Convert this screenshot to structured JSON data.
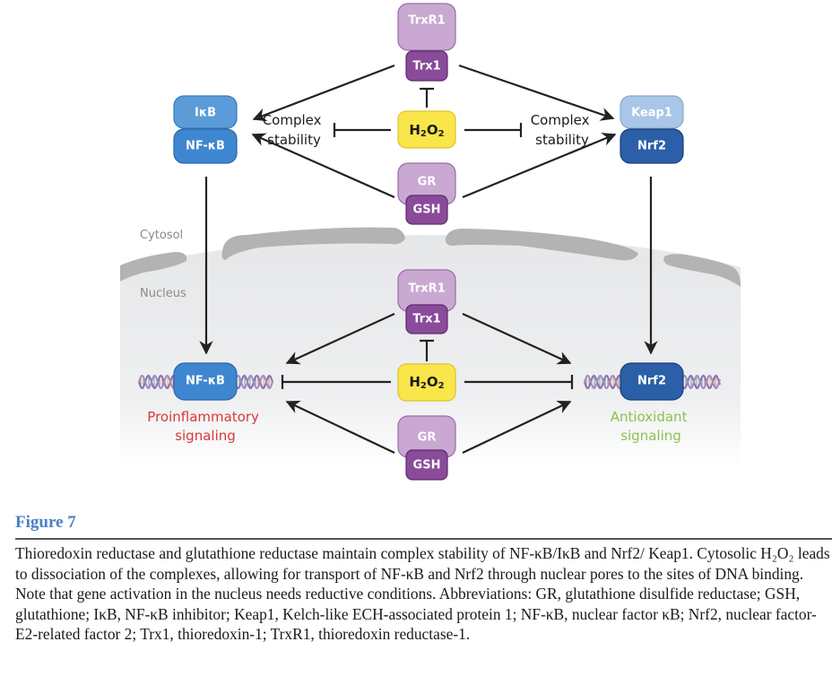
{
  "diagram": {
    "regions": {
      "cytosol": "Cytosol",
      "nucleus": "Nucleus"
    },
    "cytosol": {
      "left_complex": {
        "top": "IκB",
        "bottom": "NF-κB"
      },
      "right_complex": {
        "top": "Keap1",
        "bottom": "Nrf2"
      },
      "left_label": [
        "Complex",
        "stability"
      ],
      "right_label": [
        "Complex",
        "stability"
      ],
      "trx": {
        "top": "TrxR1",
        "bottom": "Trx1"
      },
      "h2o2": {
        "base1": "H",
        "sub1": "2",
        "base2": "O",
        "sub2": "2"
      },
      "gr": {
        "top": "GR",
        "bottom": "GSH"
      }
    },
    "nucleus": {
      "left_factor": "NF-κB",
      "right_factor": "Nrf2",
      "trx": {
        "top": "TrxR1",
        "bottom": "Trx1"
      },
      "h2o2": {
        "base1": "H",
        "sub1": "2",
        "base2": "O",
        "sub2": "2"
      },
      "gr": {
        "top": "GR",
        "bottom": "GSH"
      },
      "left_signal": [
        "Proinflammatory",
        "signaling"
      ],
      "right_signal": [
        "Antioxidant",
        "signaling"
      ]
    },
    "colors": {
      "trxr1": "#c9a9d2",
      "trx1": "#8a4b9a",
      "h2o2": "#f9e64a",
      "ikb": "#5b9bd8",
      "nfkb": "#3f86d0",
      "keap1": "#a9c6e8",
      "nrf2": "#2b5fa8",
      "membrane": "#b3b3b3",
      "nucleus_fill": "#e8e9eb",
      "proinflammatory": "#d93838",
      "antioxidant": "#8cc152"
    }
  },
  "caption": {
    "title": "Figure 7",
    "text": "Thioredoxin reductase and glutathione reductase maintain complex stability of NF-κB/IκB and Nrf2/ Keap1. Cytosolic H₂O₂ leads to dissociation of the complexes, allowing for transport of NF-κB and Nrf2 through nuclear pores to the sites of DNA binding. Note that gene activation in the nucleus needs reductive conditions. Abbreviations: GR, glutathione disulfide reductase; GSH, glutathione; IκB, NF-κB inhibitor; Keap1, Kelch-like ECH-associated protein 1; NF-κB, nuclear factor κB; Nrf2, nuclear factor-E2-related factor 2; Trx1, thioredoxin-1; TrxR1, thioredoxin reductase-1."
  }
}
